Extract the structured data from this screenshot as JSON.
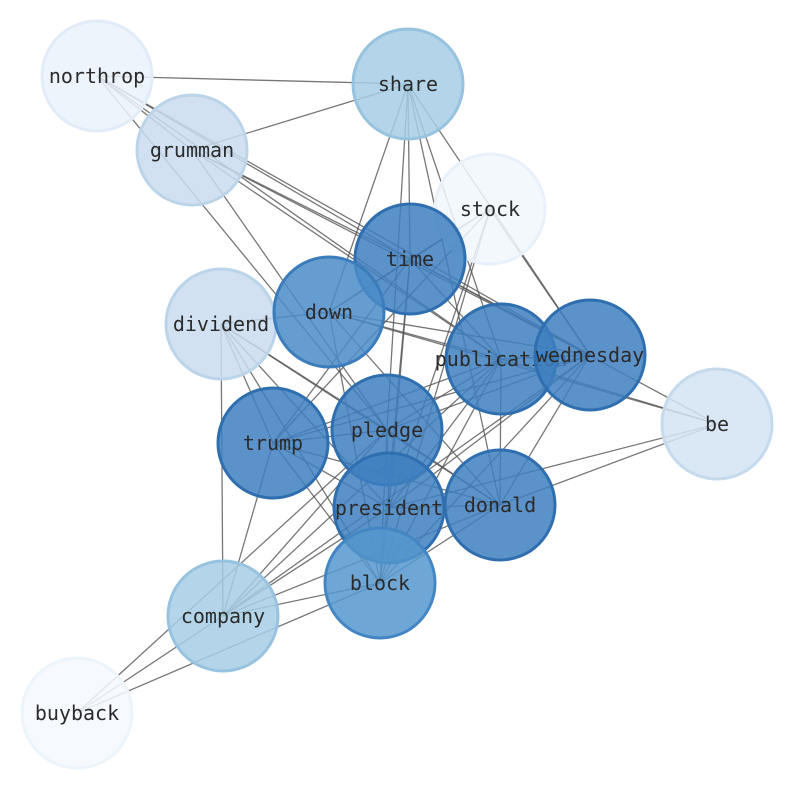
{
  "graph": {
    "nodes": [
      {
        "id": "northrop",
        "label": "northrop",
        "color": "#eaf2fb",
        "stroke": "#e1ecf8"
      },
      {
        "id": "share",
        "label": "share",
        "color": "#a6cde5",
        "stroke": "#97c3df"
      },
      {
        "id": "grumman",
        "label": "grumman",
        "color": "#c9dcee",
        "stroke": "#bcd4ea"
      },
      {
        "id": "stock",
        "label": "stock",
        "color": "#f1f7fd",
        "stroke": "#e8f1fb"
      },
      {
        "id": "time",
        "label": "time",
        "color": "#3e7fbf",
        "stroke": "#2f6fb0"
      },
      {
        "id": "dividend",
        "label": "dividend",
        "color": "#c9dcee",
        "stroke": "#bcd4ea"
      },
      {
        "id": "down",
        "label": "down",
        "color": "#4b8cc8",
        "stroke": "#3b7cbc"
      },
      {
        "id": "publication",
        "label": "publication",
        "color": "#3e7fbf",
        "stroke": "#2f6fb0"
      },
      {
        "id": "wednesday",
        "label": "wednesday",
        "color": "#3e7fbf",
        "stroke": "#2f6fb0"
      },
      {
        "id": "be",
        "label": "be",
        "color": "#d3e3f2",
        "stroke": "#c6daee"
      },
      {
        "id": "trump",
        "label": "trump",
        "color": "#3e7fbf",
        "stroke": "#2f6fb0"
      },
      {
        "id": "pledge",
        "label": "pledge",
        "color": "#3e7fbf",
        "stroke": "#2f6fb0"
      },
      {
        "id": "president",
        "label": "president",
        "color": "#3e7fbf",
        "stroke": "#2f6fb0"
      },
      {
        "id": "donald",
        "label": "donald",
        "color": "#3e7fbf",
        "stroke": "#2f6fb0"
      },
      {
        "id": "block",
        "label": "block",
        "color": "#5596ce",
        "stroke": "#4486c4"
      },
      {
        "id": "company",
        "label": "company",
        "color": "#a6cde5",
        "stroke": "#97c3df"
      },
      {
        "id": "buyback",
        "label": "buyback",
        "color": "#f4f9fe",
        "stroke": "#ecf4fc"
      }
    ],
    "edges": [
      [
        "northrop",
        "share"
      ],
      [
        "northrop",
        "grumman"
      ],
      [
        "northrop",
        "time"
      ],
      [
        "northrop",
        "publication"
      ],
      [
        "northrop",
        "wednesday"
      ],
      [
        "northrop",
        "pledge"
      ],
      [
        "share",
        "grumman"
      ],
      [
        "share",
        "time"
      ],
      [
        "share",
        "down"
      ],
      [
        "share",
        "publication"
      ],
      [
        "share",
        "wednesday"
      ],
      [
        "share",
        "pledge"
      ],
      [
        "share",
        "donald"
      ],
      [
        "grumman",
        "time"
      ],
      [
        "grumman",
        "publication"
      ],
      [
        "grumman",
        "wednesday"
      ],
      [
        "grumman",
        "pledge"
      ],
      [
        "stock",
        "time"
      ],
      [
        "stock",
        "down"
      ],
      [
        "stock",
        "wednesday"
      ],
      [
        "stock",
        "trump"
      ],
      [
        "stock",
        "president"
      ],
      [
        "stock",
        "block"
      ],
      [
        "time",
        "down"
      ],
      [
        "time",
        "publication"
      ],
      [
        "time",
        "wednesday"
      ],
      [
        "time",
        "be"
      ],
      [
        "time",
        "trump"
      ],
      [
        "time",
        "president"
      ],
      [
        "time",
        "block"
      ],
      [
        "dividend",
        "down"
      ],
      [
        "dividend",
        "trump"
      ],
      [
        "dividend",
        "pledge"
      ],
      [
        "dividend",
        "president"
      ],
      [
        "dividend",
        "donald"
      ],
      [
        "dividend",
        "block"
      ],
      [
        "dividend",
        "company"
      ],
      [
        "down",
        "publication"
      ],
      [
        "down",
        "wednesday"
      ],
      [
        "down",
        "be"
      ],
      [
        "down",
        "donald"
      ],
      [
        "down",
        "block"
      ],
      [
        "publication",
        "wednesday"
      ],
      [
        "publication",
        "be"
      ],
      [
        "publication",
        "trump"
      ],
      [
        "publication",
        "pledge"
      ],
      [
        "publication",
        "president"
      ],
      [
        "publication",
        "donald"
      ],
      [
        "publication",
        "block"
      ],
      [
        "publication",
        "company"
      ],
      [
        "wednesday",
        "trump"
      ],
      [
        "wednesday",
        "pledge"
      ],
      [
        "wednesday",
        "president"
      ],
      [
        "wednesday",
        "donald"
      ],
      [
        "wednesday",
        "block"
      ],
      [
        "wednesday",
        "company"
      ],
      [
        "be",
        "donald"
      ],
      [
        "be",
        "president"
      ],
      [
        "trump",
        "pledge"
      ],
      [
        "trump",
        "president"
      ],
      [
        "trump",
        "donald"
      ],
      [
        "trump",
        "block"
      ],
      [
        "trump",
        "company"
      ],
      [
        "pledge",
        "president"
      ],
      [
        "pledge",
        "donald"
      ],
      [
        "pledge",
        "block"
      ],
      [
        "pledge",
        "company"
      ],
      [
        "president",
        "donald"
      ],
      [
        "president",
        "block"
      ],
      [
        "president",
        "company"
      ],
      [
        "donald",
        "block"
      ],
      [
        "donald",
        "company"
      ],
      [
        "block",
        "company"
      ],
      [
        "block",
        "buyback"
      ],
      [
        "company",
        "buyback"
      ],
      [
        "pledge",
        "buyback"
      ]
    ]
  }
}
